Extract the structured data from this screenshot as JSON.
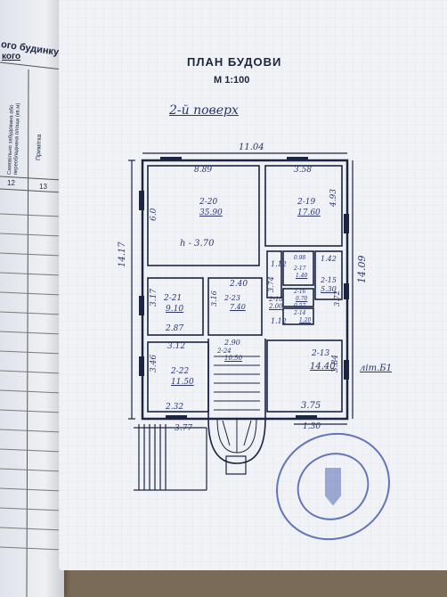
{
  "document": {
    "title": "ПЛАН БУДОВИ",
    "scale": "М 1:100",
    "floor_label": "2-й поверх",
    "left_page": {
      "header_line1": "ого будинку",
      "header_line2": "кого",
      "col_area_label": "Самовільно забудована або переобладнана площа (кв.м)",
      "col_notes_label": "Примітка",
      "col_numbers": [
        "12",
        "13"
      ]
    }
  },
  "plan": {
    "dimensions": {
      "top_width": "11.04",
      "left_height": "14.17",
      "right_height": "14.09",
      "bottom_small": "1.30",
      "bottom_left_a": "2.32",
      "bottom_left_b": "3.77",
      "bottom_right": "3.75"
    },
    "rooms": [
      {
        "id": "2-20",
        "area": "35.90",
        "w": "8.89",
        "h": "6.0",
        "ceiling": "h - 3.70"
      },
      {
        "id": "2-19",
        "area": "17.60",
        "w": "3.58",
        "h": "4.93"
      },
      {
        "id": "2-21",
        "area": "9.10",
        "w": "2.87",
        "h": "3.17"
      },
      {
        "id": "2-23",
        "area": "7.40",
        "w": "2.40",
        "h": "3.16"
      },
      {
        "id": "2-22",
        "area": "11.50",
        "w": "3.12",
        "h": "3.46"
      },
      {
        "id": "2-24",
        "area": "10.50",
        "w": "2.90"
      },
      {
        "id": "2-13",
        "area": "14.40",
        "h": "3.84"
      },
      {
        "id": "2-15",
        "area": "5.30",
        "w": "1.42",
        "h": "3.72"
      },
      {
        "id": "2-18",
        "area": "2.00"
      },
      {
        "id": "2-14",
        "area": "1.20"
      },
      {
        "id": "2-17",
        "area": "1.40"
      },
      {
        "id": "2-16",
        "area": "0.70"
      }
    ],
    "misc_labels": [
      "1.12",
      "3.74",
      "0.98",
      "0.57",
      "1.12"
    ],
    "side_note": "літ.Б1"
  },
  "colors": {
    "ink": "#1c2541",
    "pen_blue": "#2a3570",
    "stamp": "#4a5fb0",
    "grid": "#d8dde8"
  }
}
